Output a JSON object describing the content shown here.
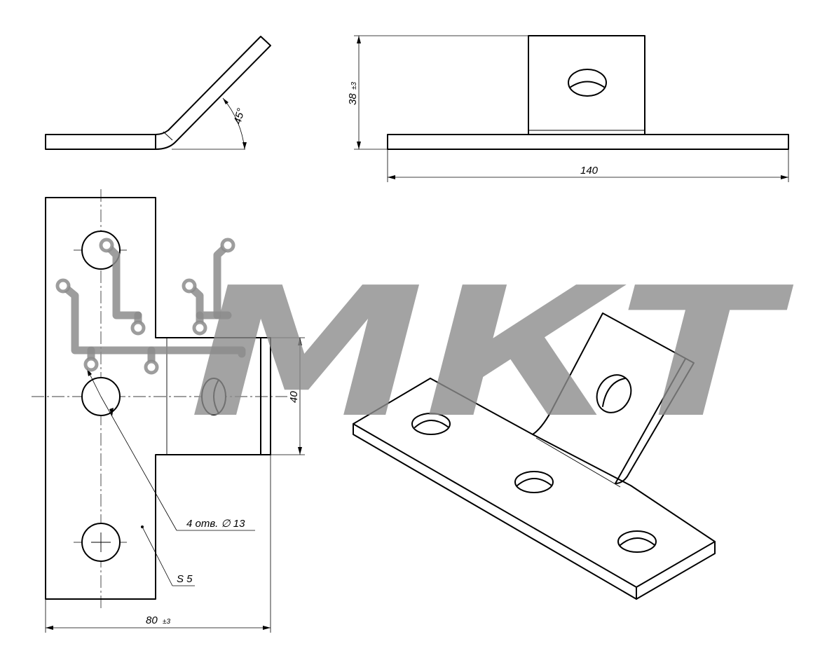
{
  "drawing": {
    "dimensions": {
      "angle": "45°",
      "height": "38",
      "height_tolerance": "±3",
      "length": "140",
      "tab_width": "40",
      "holes": "4 отв. ∅ 13",
      "thickness": "S 5",
      "width": "80",
      "width_tolerance": "±3"
    }
  },
  "watermark": {
    "text": "МКТ",
    "logo_icon": "circuit-logo-icon"
  }
}
